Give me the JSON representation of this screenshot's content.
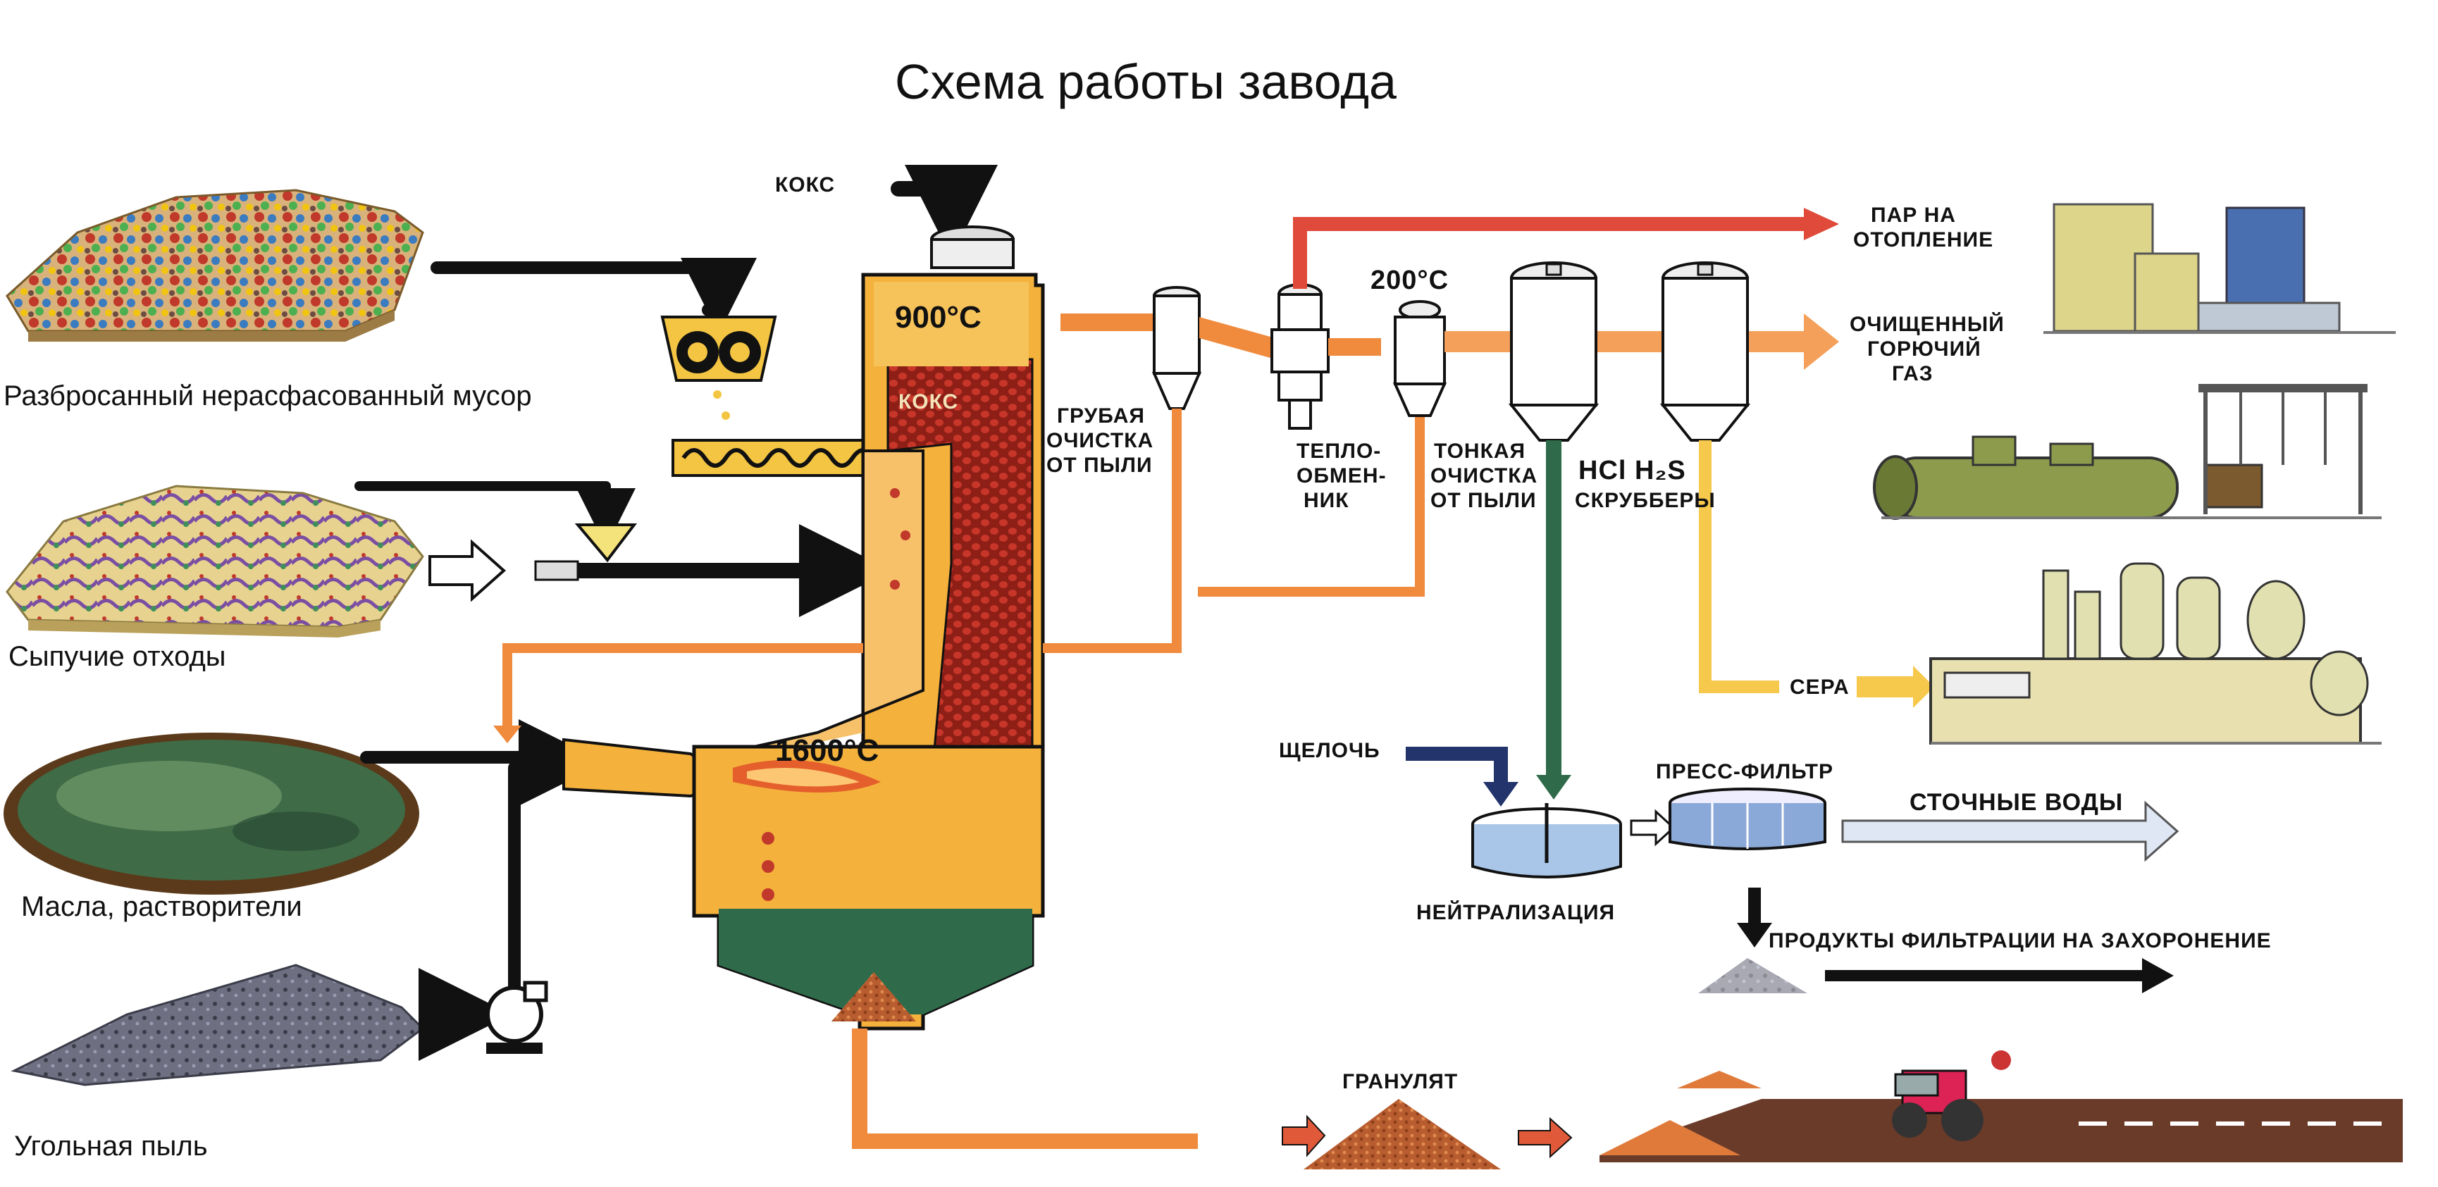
{
  "title": "Схема работы завода",
  "inputs": {
    "mixed_waste": "Разбросанный нерасфасованный мусор",
    "bulk_waste": "Сыпучие отходы",
    "oils": "Масла, растворители",
    "coal_dust": "Угольная пыль"
  },
  "reactor": {
    "coke_in": "КОКС",
    "temp_top": "900°C",
    "coke_bed": "КОКС",
    "temp_bottom": "1600°C"
  },
  "gas_line": {
    "coarse_line1": "ГРУБАЯ",
    "coarse_line2": "ОЧИСТКА",
    "coarse_line3": "ОТ ПЫЛИ",
    "hx_line1": "ТЕПЛО-",
    "hx_line2": "ОБМЕН-",
    "hx_line3": "НИК",
    "temp_200": "200°C",
    "fine_line1": "ТОНКАЯ",
    "fine_line2": "ОЧИСТКА",
    "fine_line3": "ОТ ПЫЛИ",
    "scrub_gases": "HCl  H₂S",
    "scrubbers": "СКРУББЕРЫ"
  },
  "outputs": {
    "steam_line1": "ПАР НА",
    "steam_line2": "ОТОПЛЕНИЕ",
    "gas_line1": "ОЧИЩЕННЫЙ",
    "gas_line2": "ГОРЮЧИЙ",
    "gas_line3": "ГАЗ",
    "sulfur": "СЕРА"
  },
  "water": {
    "alkali": "ЩЕЛОЧЬ",
    "neutralization": "НЕЙТРАЛИЗАЦИЯ",
    "press_filter": "ПРЕСС-ФИЛЬТР",
    "wastewater": "СТОЧНЫЕ ВОДЫ",
    "filter_products": "ПРОДУКТЫ ФИЛЬТРАЦИИ НА ЗАХОРОНЕНИЕ"
  },
  "slag": {
    "granulate": "ГРАНУЛЯТ"
  },
  "colors": {
    "pipe_orange": "#f08a3c",
    "gas_orange": "#f5a05a",
    "steam_red": "#e04a3a",
    "reactor_body": "#f4b13c",
    "coke_red": "#c0392b",
    "sulfur_yellow": "#f6c84b",
    "scrub_green": "#2f6b4a",
    "water_blue": "#a9c6e8"
  }
}
